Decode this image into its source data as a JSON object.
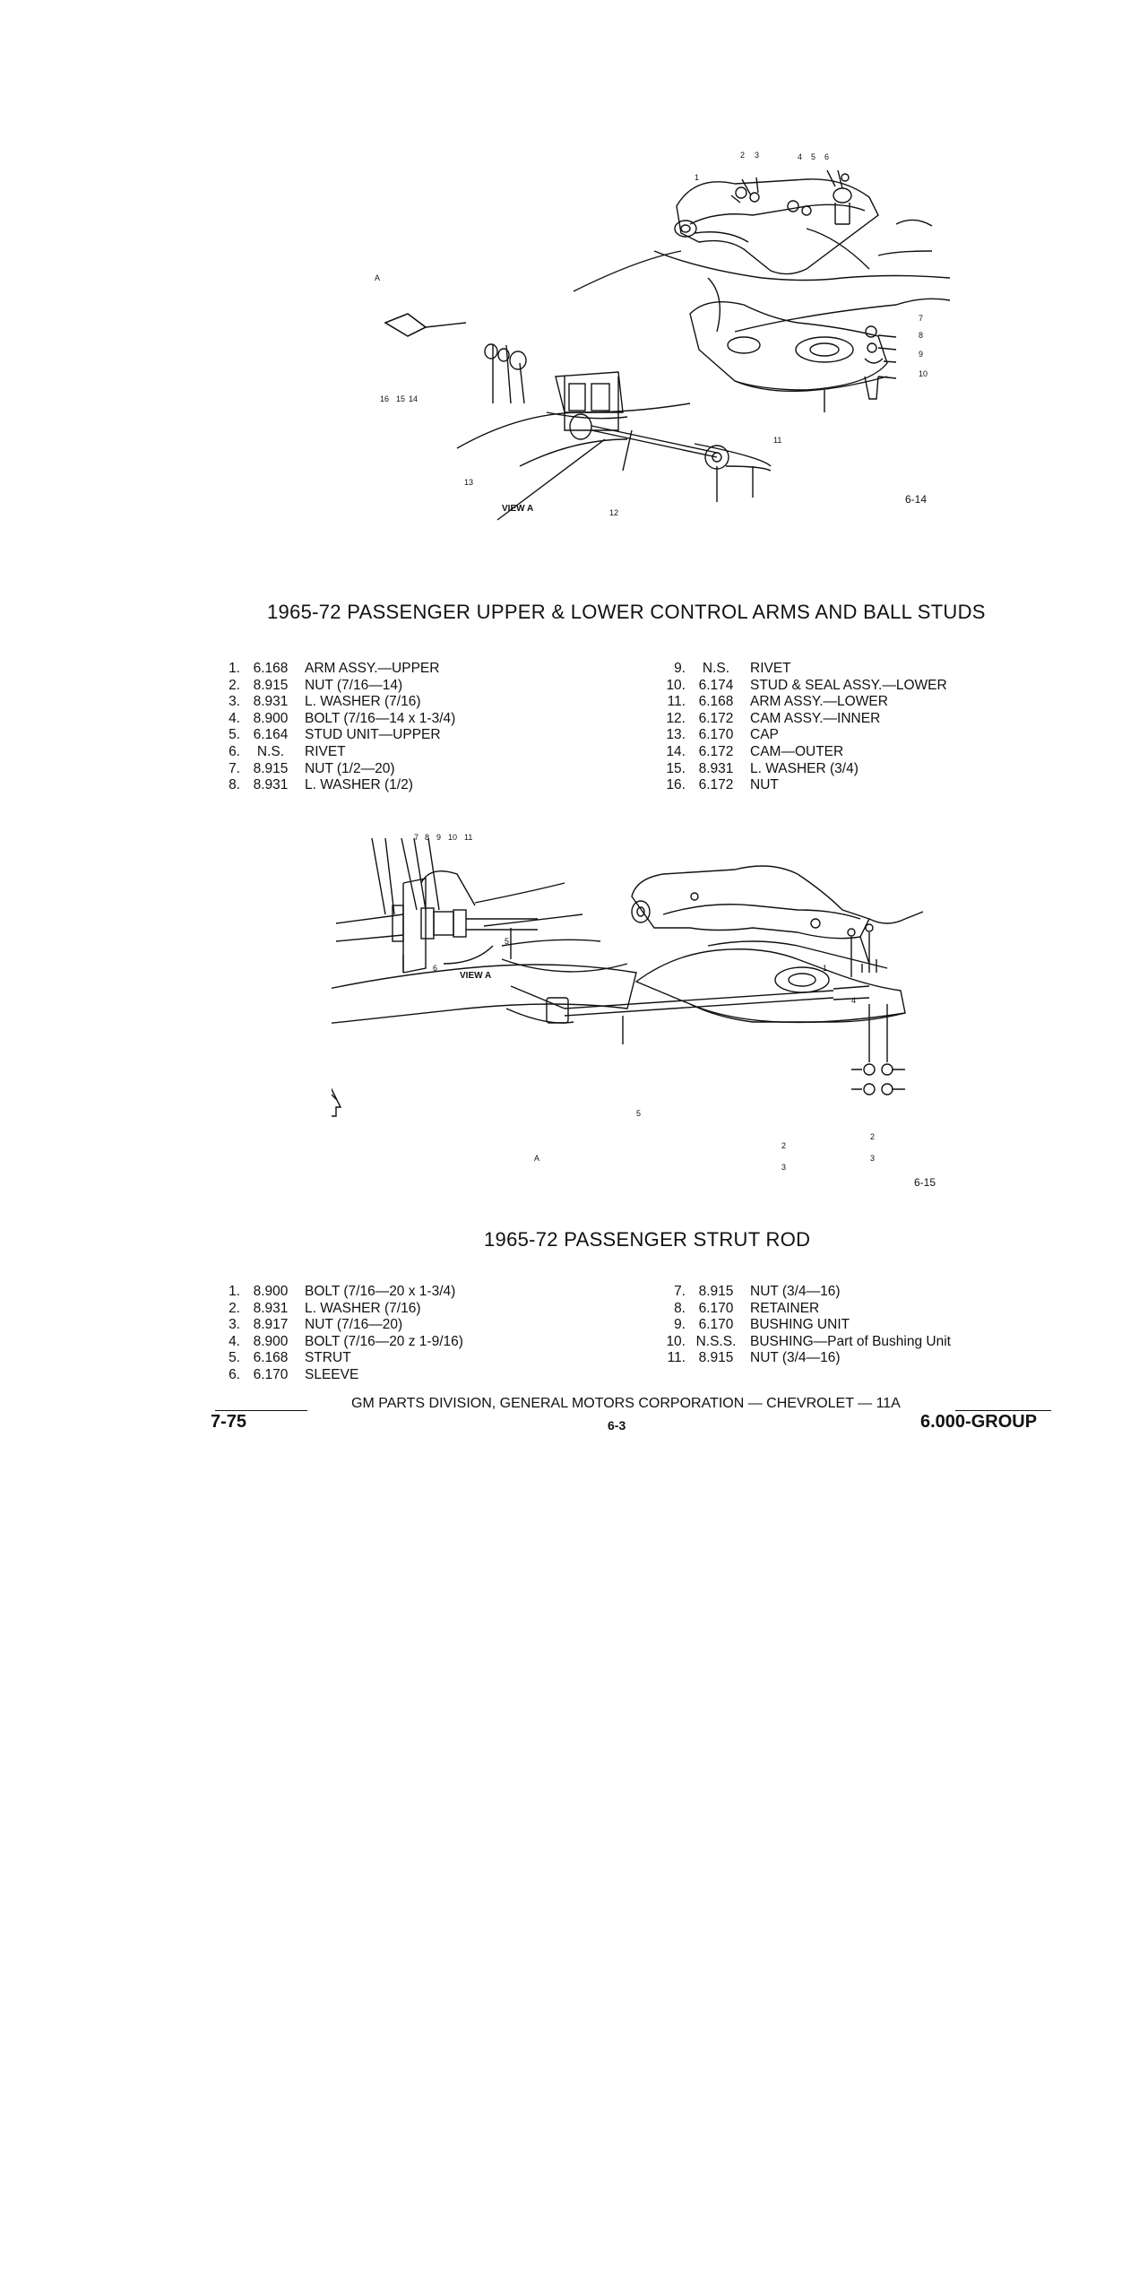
{
  "figure1": {
    "figure_number": "6-14",
    "view_label": "VIEW A",
    "arrow_label": "A",
    "callouts": [
      "1",
      "2",
      "3",
      "4",
      "5",
      "6",
      "7",
      "8",
      "9",
      "10",
      "11",
      "12",
      "13",
      "14",
      "15",
      "16"
    ]
  },
  "section1": {
    "title": "1965-72 PASSENGER UPPER & LOWER CONTROL ARMS AND BALL STUDS",
    "left": [
      {
        "num": "1.",
        "code": "6.168",
        "desc": "ARM ASSY.—UPPER"
      },
      {
        "num": "2.",
        "code": "8.915",
        "desc": "NUT (7/16—14)"
      },
      {
        "num": "3.",
        "code": "8.931",
        "desc": "L. WASHER (7/16)"
      },
      {
        "num": "4.",
        "code": "8.900",
        "desc": "BOLT (7/16—14 x 1-3/4)"
      },
      {
        "num": "5.",
        "code": "6.164",
        "desc": "STUD UNIT—UPPER"
      },
      {
        "num": "6.",
        "code": "N.S.",
        "desc": "RIVET"
      },
      {
        "num": "7.",
        "code": "8.915",
        "desc": "NUT (1/2—20)"
      },
      {
        "num": "8.",
        "code": "8.931",
        "desc": "L. WASHER (1/2)"
      }
    ],
    "right": [
      {
        "num": "9.",
        "code": "N.S.",
        "desc": "RIVET"
      },
      {
        "num": "10.",
        "code": "6.174",
        "desc": "STUD & SEAL ASSY.—LOWER"
      },
      {
        "num": "11.",
        "code": "6.168",
        "desc": "ARM ASSY.—LOWER"
      },
      {
        "num": "12.",
        "code": "6.172",
        "desc": "CAM ASSY.—INNER"
      },
      {
        "num": "13.",
        "code": "6.170",
        "desc": "CAP"
      },
      {
        "num": "14.",
        "code": "6.172",
        "desc": "CAM—OUTER"
      },
      {
        "num": "15.",
        "code": "8.931",
        "desc": "L. WASHER (3/4)"
      },
      {
        "num": "16.",
        "code": "6.172",
        "desc": "NUT"
      }
    ]
  },
  "figure2": {
    "figure_number": "6-15",
    "view_label": "VIEW A",
    "arrow_label": "A",
    "callouts": [
      "1",
      "2",
      "3",
      "4",
      "5",
      "6",
      "7",
      "8",
      "9",
      "10",
      "11"
    ]
  },
  "section2": {
    "title": "1965-72 PASSENGER STRUT ROD",
    "left": [
      {
        "num": "1.",
        "code": "8.900",
        "desc": "BOLT (7/16—20 x 1-3/4)"
      },
      {
        "num": "2.",
        "code": "8.931",
        "desc": "L. WASHER (7/16)"
      },
      {
        "num": "3.",
        "code": "8.917",
        "desc": "NUT (7/16—20)"
      },
      {
        "num": "4.",
        "code": "8.900",
        "desc": "BOLT (7/16—20 z 1-9/16)"
      },
      {
        "num": "5.",
        "code": "6.168",
        "desc": "STRUT"
      },
      {
        "num": "6.",
        "code": "6.170",
        "desc": "SLEEVE"
      }
    ],
    "right": [
      {
        "num": "7.",
        "code": "8.915",
        "desc": "NUT (3/4—16)"
      },
      {
        "num": "8.",
        "code": "6.170",
        "desc": "RETAINER"
      },
      {
        "num": "9.",
        "code": "6.170",
        "desc": "BUSHING UNIT"
      },
      {
        "num": "10.",
        "code": "N.S.S.",
        "desc": "BUSHING—Part of Bushing Unit"
      },
      {
        "num": "11.",
        "code": "8.915",
        "desc": "NUT (3/4—16)"
      }
    ]
  },
  "footer": {
    "date": "7-75",
    "center": "GM PARTS DIVISION, GENERAL MOTORS CORPORATION — CHEVROLET — 11A",
    "page": "6-3",
    "group": "6.000-GROUP"
  }
}
